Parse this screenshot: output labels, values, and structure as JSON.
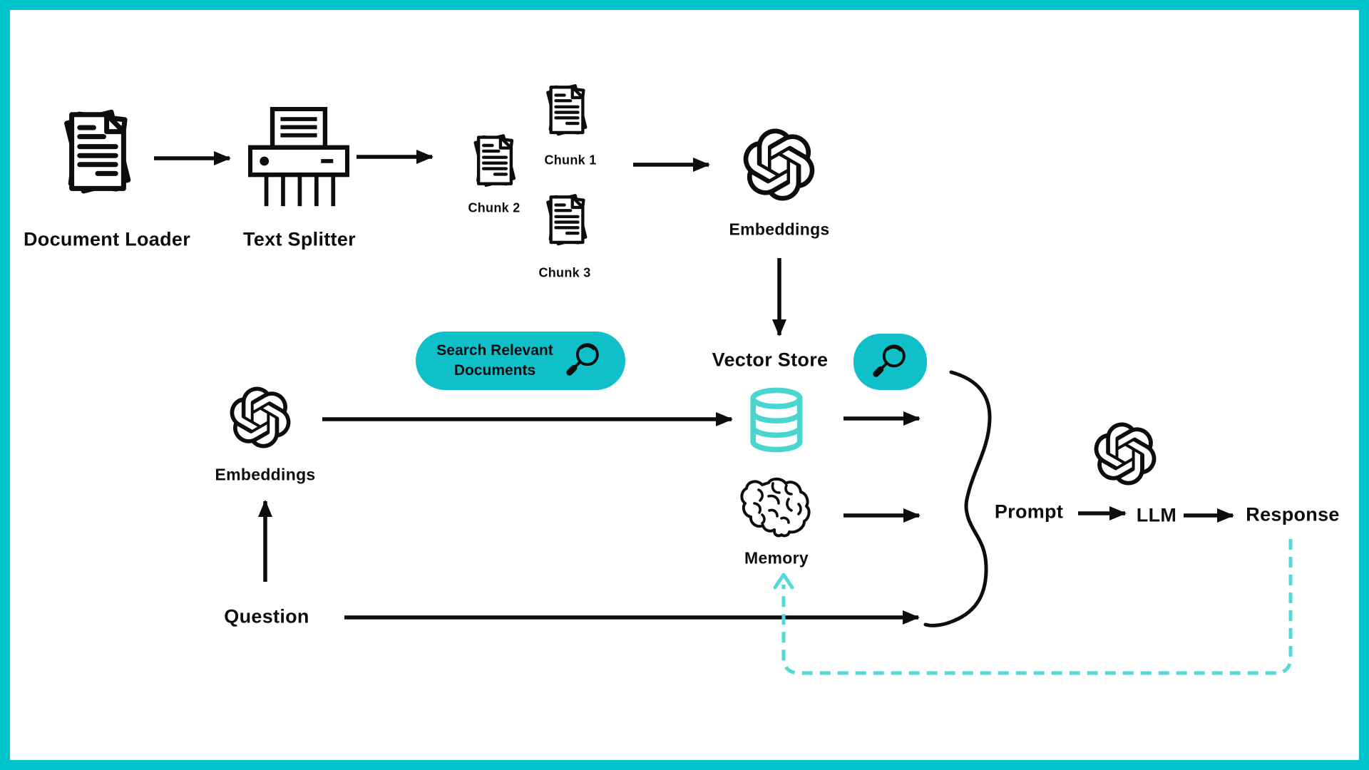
{
  "colors": {
    "accent_teal": "#00c4cc",
    "button_teal": "#10c0c9",
    "database_teal": "#4ad6cf",
    "dashed_teal": "#54d9da",
    "ink": "#0d0d0d"
  },
  "nodes": {
    "document_loader": "Document Loader",
    "text_splitter": "Text Splitter",
    "chunk_1": "Chunk 1",
    "chunk_2": "Chunk 2",
    "chunk_3": "Chunk 3",
    "embeddings_top": "Embeddings",
    "vector_store": "Vector Store",
    "embeddings_query": "Embeddings",
    "memory": "Memory",
    "question": "Question",
    "prompt": "Prompt",
    "llm": "LLM",
    "response": "Response"
  },
  "search_button": {
    "line1": "Search Relevant",
    "line2": "Documents"
  },
  "icons": {
    "document_loader": "document-stack-icon",
    "text_splitter": "shredder-icon",
    "chunks": "document-stack-icon",
    "embeddings": "openai-logo-icon",
    "vector_store": "database-icon",
    "memory": "brain-icon",
    "llm": "openai-logo-icon",
    "search": "magnifier-icon"
  }
}
